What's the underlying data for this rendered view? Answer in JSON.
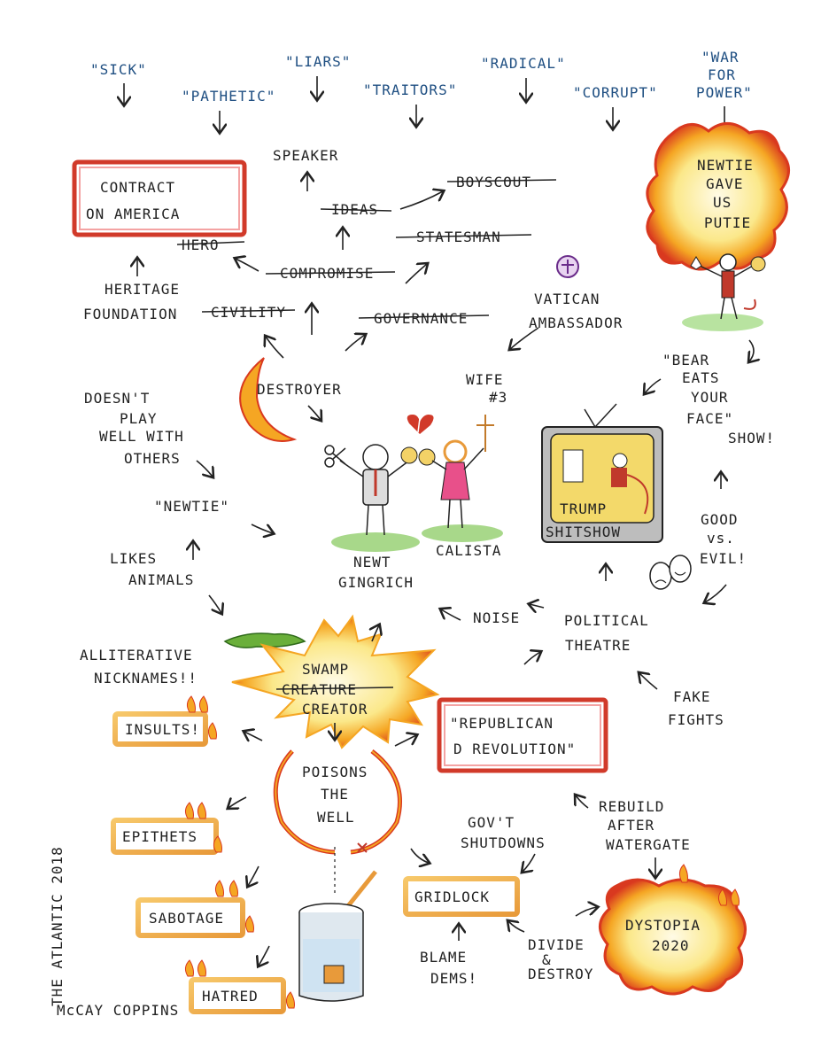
{
  "quotes": [
    {
      "text": "\"SICK\""
    },
    {
      "text": "\"PATHETIC\""
    },
    {
      "text": "\"LIARS\""
    },
    {
      "text": "\"TRAITORS\""
    },
    {
      "text": "\"RADICAL\""
    },
    {
      "text": "\"CORRUPT\""
    },
    {
      "text": "\"WAR"
    },
    {
      "text": "FOR"
    },
    {
      "text": "POWER\""
    }
  ],
  "boxes": {
    "contract": [
      "CONTRACT",
      "ON AMERICA"
    ],
    "insults": "INSULTS!",
    "epithets": "EPITHETS",
    "sabotage": "SABOTAGE",
    "hatred": "HATRED",
    "gridlock": "GRIDLOCK",
    "republican": [
      "\"REPUBLICAN",
      "D REVOLUTION\""
    ]
  },
  "labels": {
    "speaker": "SPEAKER",
    "heritage": [
      "HERITAGE",
      "FOUNDATION"
    ],
    "vatican": [
      "VATICAN",
      "AMBASSADOR"
    ],
    "destroyer": "DESTROYER",
    "wife": [
      "WIFE",
      "#3"
    ],
    "doesnt_play": [
      "DOESN'T",
      "PLAY",
      "WELL WITH",
      "OTHERS"
    ],
    "newtie": "\"NEWTIE\"",
    "likes_animals": [
      "LIKES",
      "ANIMALS"
    ],
    "newt": [
      "NEWT",
      "GINGRICH"
    ],
    "calista": "CALISTA",
    "bear": [
      "\"BEAR",
      "EATS",
      "YOUR",
      "FACE\"",
      "SHOW!"
    ],
    "trump": [
      "TRUMP",
      "SHITSHOW"
    ],
    "good_evil": [
      "GOOD",
      "vs.",
      "EVIL!"
    ],
    "noise": "NOISE",
    "political_theatre": [
      "POLITICAL",
      "THEATRE"
    ],
    "fake_fights": [
      "FAKE",
      "FIGHTS"
    ],
    "alliterative": [
      "ALLITERATIVE",
      "NICKNAMES!!"
    ],
    "swamp": [
      "SWAMP",
      "CREATOR"
    ],
    "poisons": [
      "POISONS",
      "THE",
      "WELL"
    ],
    "govt": [
      "GOV'T",
      "SHUTDOWNS"
    ],
    "rebuild": [
      "REBUILD",
      "AFTER",
      "WATERGATE"
    ],
    "blame": [
      "BLAME",
      "DEMS!"
    ],
    "divide": [
      "DIVIDE",
      "&",
      "DESTROY"
    ],
    "newtie_putie": [
      "NEWTIE",
      "GAVE",
      "US",
      "PUTIE"
    ],
    "dystopia": [
      "DYSTOPIA",
      "2020"
    ]
  },
  "struck": {
    "boyscout": "BOYSCOUT",
    "ideas": "IDEAS",
    "statesman": "STATESMAN",
    "hero": "HERO",
    "compromise": "COMPROMISE",
    "civility": "CIVILITY",
    "governance": "GOVERNANCE",
    "creature": "CREATURE"
  },
  "credits": {
    "vertical": "THE ATLANTIC 2018",
    "author": "McCAY COPPINS"
  },
  "colors": {
    "quote_blue": "#1f4f82",
    "box_red": "#d13a2a",
    "flame_orange": "#f0a020",
    "flame_yellow": "#f8e27a",
    "grass_green": "#a8d88a"
  }
}
